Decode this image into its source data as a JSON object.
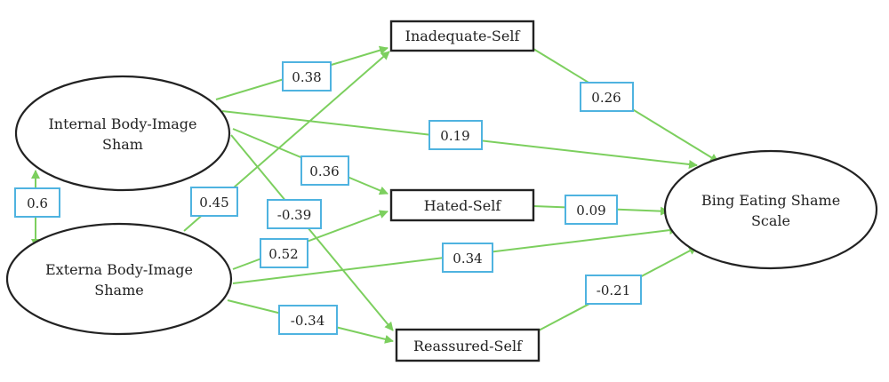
{
  "nodes": {
    "internal_body_image": {
      "lines": [
        "Internal Body-Image",
        "Sham"
      ]
    },
    "externa_body_image": {
      "lines": [
        "Externa Body-Image",
        "Shame"
      ]
    },
    "inadequate_self": {
      "label": "Inadequate-Self"
    },
    "hated_self": {
      "label": "Hated-Self"
    },
    "reassured_self": {
      "label": "Reassured-Self"
    },
    "bing_eating": {
      "lines": [
        "Bing Eating Shame",
        "Scale"
      ]
    }
  },
  "paths": {
    "internal_to_inadequate": "0.38",
    "internal_to_bing": "0.19",
    "internal_to_hated": "0.36",
    "internal_to_reassured": "-0.39",
    "externa_to_inadequate": "0.45",
    "externa_to_hated": "0.52",
    "externa_to_bing": "0.34",
    "externa_to_reassured": "-0.34",
    "inadequate_to_bing": "0.26",
    "hated_to_bing": "0.09",
    "reassured_to_bing": "-0.21",
    "internal_externa_correlation": "0.6"
  },
  "colors": {
    "arrow": "#7ccf5e",
    "coef_border": "#4fb3e0",
    "node_border": "#222222"
  }
}
